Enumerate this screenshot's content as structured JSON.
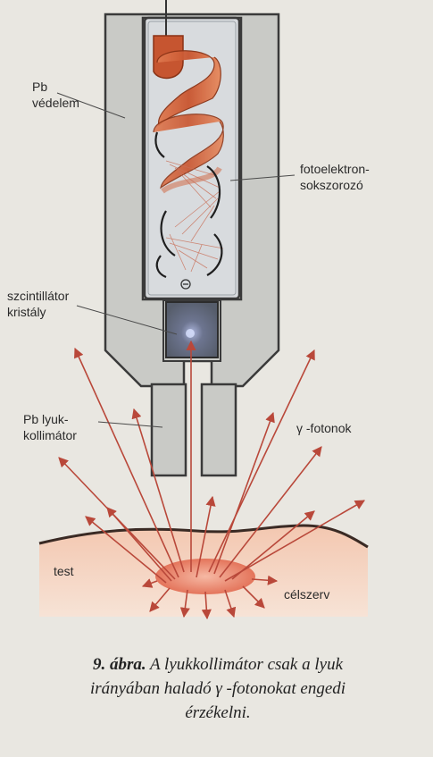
{
  "labels": {
    "pb_shield": "Pb\nvédelem",
    "pmt": "fotoelektron-\nsokszorozó",
    "scintillator": "szcintillátor\nkristály",
    "collimator": "Pb lyuk-\nkollimátor",
    "gamma_photons": "γ -fotonok",
    "body": "test",
    "target": "célszerv"
  },
  "caption": {
    "number": "9. ábra.",
    "line1": " A lyukkollimátor csak a lyuk",
    "line2": "irányában haladó γ -fotonokat engedi",
    "line3": "érzékelni."
  },
  "colors": {
    "shield": "#c9cac6",
    "shield_stroke": "#3a3a3a",
    "tube": "#d6d9dc",
    "spiral": "#c8552f",
    "arrow": "#b9483a",
    "tissue": "#f2cdb9",
    "target": "#e7836a",
    "crystal": "#6d7583"
  },
  "icons": {
    "electron": "minus-circle-icon"
  }
}
